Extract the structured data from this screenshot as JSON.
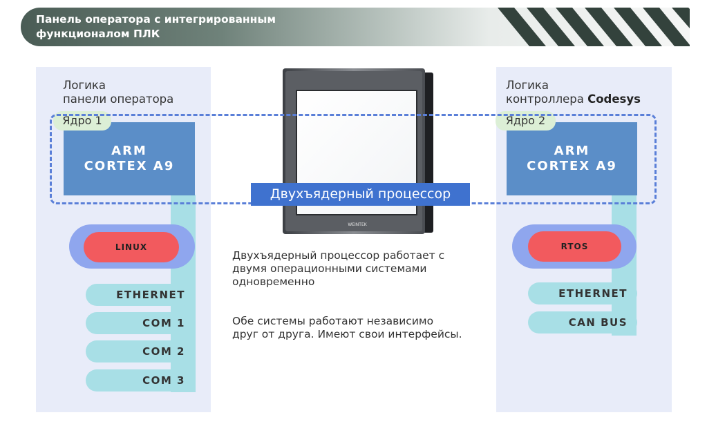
{
  "header": {
    "title_line1": "Панель оператора с интегрированным",
    "title_line2": "функционалом ПЛК"
  },
  "left": {
    "caption_line1": "Логика",
    "caption_line2": "панели оператора",
    "core_tag": "Ядро 1",
    "cpu_line1": "ARM",
    "cpu_line2": "CORTEX A9",
    "os": "LINUX",
    "interfaces": [
      "ETHERNET",
      "COM 1",
      "COM 2",
      "COM 3"
    ]
  },
  "right": {
    "caption_line1": "Логика",
    "caption_line2_prefix": "контроллера ",
    "caption_line2_bold": "Codesys",
    "core_tag": "Ядро 2",
    "cpu_line1": "ARM",
    "cpu_line2": "CORTEX A9",
    "os": "RTOS",
    "interfaces": [
      "ETHERNET",
      "CAN BUS"
    ]
  },
  "dual_label": "Двухъядерный процессор",
  "device": {
    "brand": "WEINTEK"
  },
  "description": {
    "p1_line1": "Двухъядерный процессор работает с",
    "p1_line2": "двумя операционными системами",
    "p1_line3": "одновременно",
    "p2_line1": "Обе системы работают независимо",
    "p2_line2": "друг от друга. Имеют свои интерфейсы."
  },
  "colors": {
    "cpu_blue": "#5b8ec8",
    "dashed_border": "#5a7fd8",
    "os_wrap": "#8fa6ee",
    "os_pill": "#f25a5e",
    "interface": "#a8dfe6",
    "panel_bg": "#e8ecf9",
    "core_tag": "#dcefd6"
  }
}
